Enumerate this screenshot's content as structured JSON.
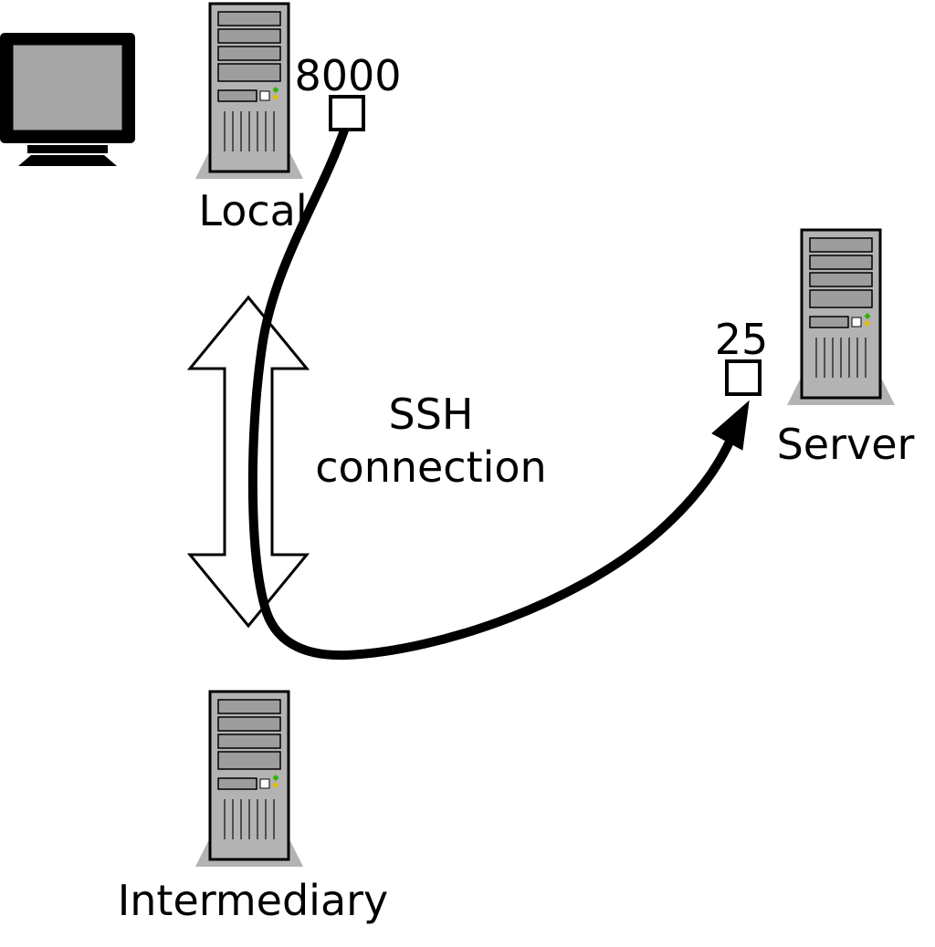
{
  "diagram": {
    "local": {
      "label": "Local",
      "port": "8000"
    },
    "server": {
      "label": "Server",
      "port": "25"
    },
    "intermediary": {
      "label": "Intermediary"
    },
    "ssh_label": {
      "line1": "SSH",
      "line2": "connection"
    },
    "colors": {
      "tower_fill": "#b3b3b3",
      "bay_fill": "#9d9d9d",
      "outline": "#000000",
      "screen_fill": "#a6a6a6",
      "led_green": "#2db300",
      "led_yellow": "#e0c000",
      "background": "#ffffff"
    }
  }
}
